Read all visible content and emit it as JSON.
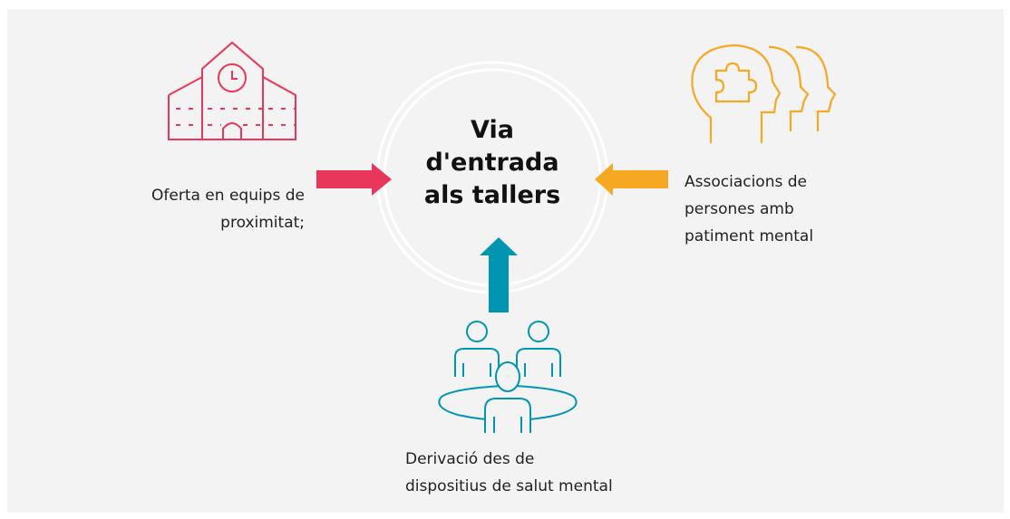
{
  "center": {
    "lines": [
      "Via",
      "d'entrada",
      "als tallers"
    ]
  },
  "sources": {
    "left": {
      "icon": "school-building-icon",
      "label_lines": [
        "Oferta en equips de",
        "proximitat;"
      ],
      "color": "#e8375a"
    },
    "right": {
      "icon": "heads-puzzle-icon",
      "label_lines": [
        "Associacions de",
        "persones amb",
        "patiment mental"
      ],
      "color": "#f7a823"
    },
    "bottom": {
      "icon": "group-meeting-icon",
      "label_lines": [
        "Derivació des de",
        "dispositius de salut mental"
      ],
      "color": "#0096b2"
    }
  },
  "colors": {
    "background": "#f3f3f3",
    "circle": "#ffffff",
    "text": "#222222"
  }
}
